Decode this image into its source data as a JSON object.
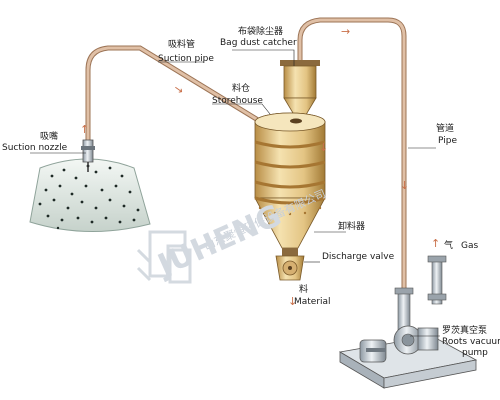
{
  "labels": {
    "bag_dust_catcher_cn": "布袋除尘器",
    "bag_dust_catcher_en": "Bag dust catcher",
    "suction_pipe_cn": "吸料管",
    "suction_pipe_en": "Suction pipe",
    "storehouse_cn": "料仓",
    "storehouse_en": "Storehouse",
    "suction_nozzle_cn": "吸嘴",
    "suction_nozzle_en": "Suction nozzle",
    "pipe_cn": "管道",
    "pipe_en": "Pipe",
    "discharger_cn": "卸料器",
    "discharge_valve_en": "Discharge valve",
    "material_cn": "料",
    "material_en": "Material",
    "gas_cn": "气",
    "gas_en": "Gas",
    "roots_pump_cn": "罗茨真空泵",
    "roots_pump_en_1": "Roots vacuum",
    "roots_pump_en_2": "pump"
  },
  "watermark": {
    "logo_text": "JUHENG",
    "company_cn": "山东聚恒环保设备有限公司"
  },
  "colors": {
    "pipe": "#c49a7a",
    "arrow": "#c9704a",
    "silo": "#e6c98a",
    "band": "#b07d3a",
    "watermark": "#c8cfd8"
  }
}
